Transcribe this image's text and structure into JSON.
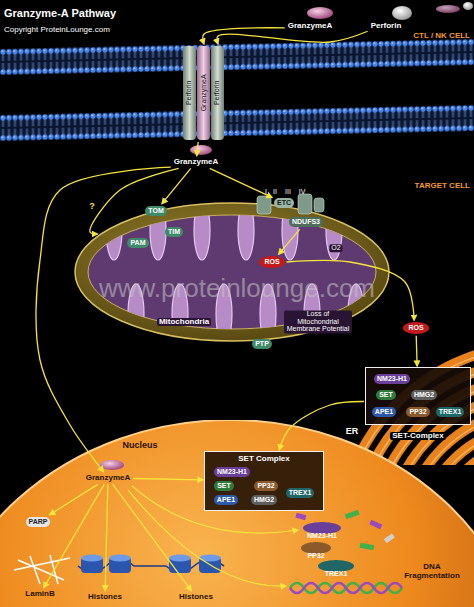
{
  "diagram": {
    "title": "Granzyme-A Pathway",
    "nodes": [
      {
        "text": [
          "GranzymeA"
        ]
      },
      {
        "text": [
          "Perforin"
        ]
      },
      {
        "text": [
          "Perforin"
        ]
      },
      {
        "text": [
          "GranzymeA"
        ]
      },
      {
        "text": [
          "Perforin"
        ]
      },
      {
        "text": [
          "GranzymeA"
        ]
      },
      {
        "text": [
          "Mitochondria"
        ]
      },
      {
        "text": [
          "TOM"
        ],
        "in": 6
      },
      {
        "text": [
          "TIM"
        ],
        "in": 6
      },
      {
        "text": [
          "PAM"
        ],
        "in": 6
      },
      {
        "text": [
          "ETC"
        ],
        "in": 6
      },
      {
        "text": [
          "NDUFS3"
        ],
        "in": 6
      },
      {
        "text": [
          "ROS"
        ],
        "in": 6
      },
      {
        "text": [
          "PTP"
        ],
        "in": 6
      },
      {
        "text": [
          "ROS"
        ]
      },
      {
        "text": [
          "ER"
        ]
      },
      {
        "text": [
          "SET-Complex"
        ],
        "in": 15
      },
      {
        "text": [
          "NM23-H1"
        ],
        "in": 16
      },
      {
        "text": [
          "SET"
        ],
        "in": 16
      },
      {
        "text": [
          "HMG2"
        ],
        "in": 16
      },
      {
        "text": [
          "APE1"
        ],
        "in": 16
      },
      {
        "text": [
          "PP32"
        ],
        "in": 16
      },
      {
        "text": [
          "TREX1"
        ],
        "in": 16
      },
      {
        "text": [
          "Nucleus"
        ]
      },
      {
        "text": [
          "GranzymeA"
        ],
        "in": 23
      },
      {
        "text": [
          "PARP"
        ],
        "in": 23
      },
      {
        "text": [
          "LaminB"
        ],
        "in": 23
      },
      {
        "text": [
          "Histones"
        ],
        "in": 23
      },
      {
        "text": [
          "Histones"
        ],
        "in": 23
      },
      {
        "text": [
          "SET Complex"
        ],
        "in": 23
      },
      {
        "text": [
          "NM23-H1"
        ],
        "in": 29
      },
      {
        "text": [
          "SET"
        ],
        "in": 29
      },
      {
        "text": [
          "PP32"
        ],
        "in": 29
      },
      {
        "text": [
          "APE1"
        ],
        "in": 29
      },
      {
        "text": [
          "HMG2"
        ],
        "in": 29
      },
      {
        "text": [
          "TREX1"
        ],
        "in": 29
      }
    ],
    "edges": [
      {
        "from": 0,
        "to": 3,
        "arrow": "to"
      },
      {
        "from": 1,
        "to": 4,
        "arrow": "to"
      },
      {
        "from": 3,
        "to": 5,
        "arrow": "to"
      },
      {
        "from": 5,
        "to": 7,
        "arrow": "to"
      },
      {
        "from": 5,
        "to": 10,
        "arrow": "to"
      },
      {
        "from": 5,
        "to": 6,
        "label": "?",
        "arrow": "to"
      },
      {
        "from": 5,
        "to": 24,
        "arrow": "to"
      },
      {
        "from": 11,
        "to": 12,
        "arrow": "to"
      },
      {
        "from": 12,
        "to": 14,
        "arrow": "to"
      },
      {
        "from": 14,
        "to": 16,
        "arrow": "to"
      },
      {
        "from": 16,
        "to": 29,
        "arrow": "to"
      },
      {
        "from": 24,
        "to": 25,
        "arrow": "to"
      },
      {
        "from": 24,
        "to": 26,
        "arrow": "to"
      },
      {
        "from": 24,
        "to": 27,
        "arrow": "to"
      },
      {
        "from": 24,
        "to": 28,
        "arrow": "to"
      },
      {
        "from": 24,
        "to": 29,
        "arrow": "to"
      }
    ],
    "labels": [
      "Copyright ProteinLounge.com",
      "CTL / NK CELL",
      "TARGET CELL",
      "I",
      "II",
      "III",
      "IV",
      "O2",
      "Loss of Mitochondrial Membrane Potential",
      "www.proteinlounge.com",
      "NM23-H1",
      "PP32",
      "TREX1",
      "DNA Fragmentation"
    ]
  }
}
